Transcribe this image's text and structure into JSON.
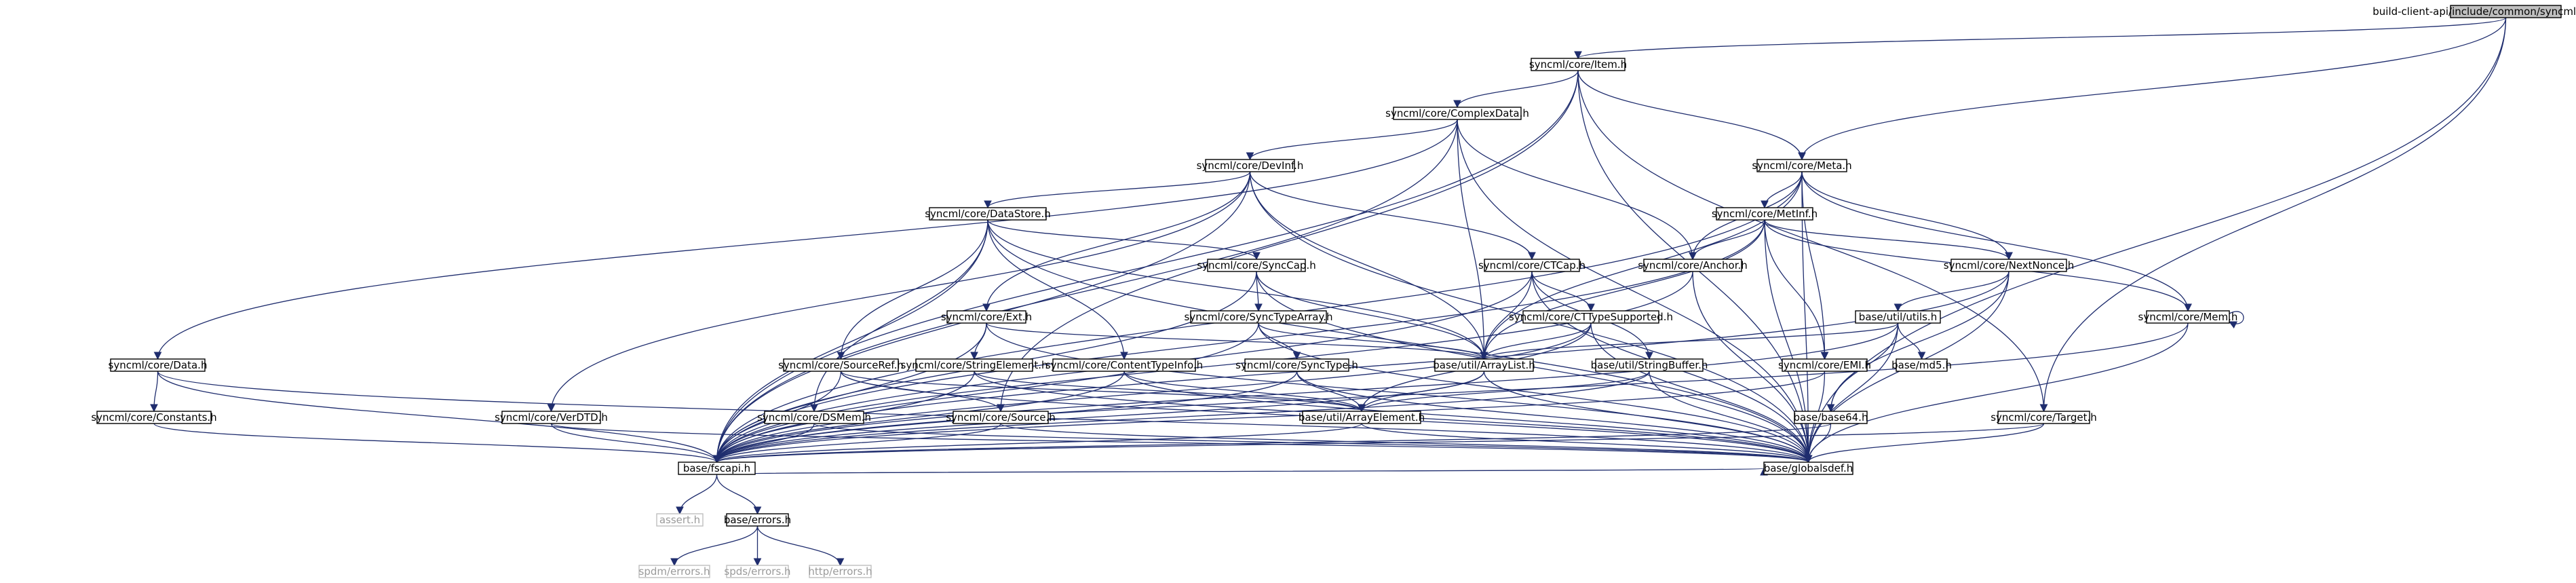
{
  "colors": {
    "edge": "#1f2d6e",
    "node_border": "#000000",
    "root_fill": "#bfbfbf",
    "undocumented_border": "#bfbfbf",
    "undocumented_text": "#9a9a9a"
  },
  "nodes": [
    {
      "id": "root",
      "label": "build-client-api/include/common/syncml/core/Filter.h"
    },
    {
      "id": "item",
      "label": "syncml/core/Item.h"
    },
    {
      "id": "complexdata",
      "label": "syncml/core/ComplexData.h"
    },
    {
      "id": "meta",
      "label": "syncml/core/Meta.h"
    },
    {
      "id": "devinf",
      "label": "syncml/core/DevInf.h"
    },
    {
      "id": "metinf",
      "label": "syncml/core/MetInf.h"
    },
    {
      "id": "datastore",
      "label": "syncml/core/DataStore.h"
    },
    {
      "id": "ctcap",
      "label": "syncml/core/CTCap.h"
    },
    {
      "id": "anchor",
      "label": "syncml/core/Anchor.h"
    },
    {
      "id": "nextnonce",
      "label": "syncml/core/NextNonce.h"
    },
    {
      "id": "synccap",
      "label": "syncml/core/SyncCap.h"
    },
    {
      "id": "ctts",
      "label": "syncml/core/CTTypeSupported.h"
    },
    {
      "id": "ext",
      "label": "syncml/core/Ext.h"
    },
    {
      "id": "synctypearray",
      "label": "syncml/core/SyncTypeArray.h"
    },
    {
      "id": "utils",
      "label": "base/util/utils.h"
    },
    {
      "id": "mem",
      "label": "syncml/core/Mem.h"
    },
    {
      "id": "data",
      "label": "syncml/core/Data.h"
    },
    {
      "id": "sourceref",
      "label": "syncml/core/SourceRef.h"
    },
    {
      "id": "stringelement",
      "label": "syncml/core/StringElement.h"
    },
    {
      "id": "contenttypeinfo",
      "label": "syncml/core/ContentTypeInfo.h"
    },
    {
      "id": "synctype",
      "label": "syncml/core/SyncType.h"
    },
    {
      "id": "arraylist",
      "label": "base/util/ArrayList.h"
    },
    {
      "id": "stringbuffer",
      "label": "base/util/StringBuffer.h"
    },
    {
      "id": "emi",
      "label": "syncml/core/EMI.h"
    },
    {
      "id": "md5",
      "label": "base/md5.h"
    },
    {
      "id": "constants",
      "label": "syncml/core/Constants.h"
    },
    {
      "id": "verdtd",
      "label": "syncml/core/VerDTD.h"
    },
    {
      "id": "dsmem",
      "label": "syncml/core/DSMem.h"
    },
    {
      "id": "source",
      "label": "syncml/core/Source.h"
    },
    {
      "id": "arrayelement",
      "label": "base/util/ArrayElement.h"
    },
    {
      "id": "base64",
      "label": "base/base64.h"
    },
    {
      "id": "target",
      "label": "syncml/core/Target.h"
    },
    {
      "id": "fscapi",
      "label": "base/fscapi.h"
    },
    {
      "id": "globalsdef",
      "label": "base/globalsdef.h"
    },
    {
      "id": "assert",
      "label": "assert.h"
    },
    {
      "id": "errors",
      "label": "base/errors.h"
    },
    {
      "id": "spdmerrors",
      "label": "spdm/errors.h"
    },
    {
      "id": "spdserrors",
      "label": "spds/errors.h"
    },
    {
      "id": "httperrors",
      "label": "http/errors.h"
    }
  ],
  "edges": [
    [
      "root",
      "item"
    ],
    [
      "root",
      "meta"
    ],
    [
      "root",
      "target"
    ],
    [
      "root",
      "globalsdef"
    ],
    [
      "item",
      "complexdata"
    ],
    [
      "item",
      "meta"
    ],
    [
      "item",
      "fscapi"
    ],
    [
      "item",
      "globalsdef"
    ],
    [
      "item",
      "source"
    ],
    [
      "item",
      "target"
    ],
    [
      "complexdata",
      "devinf"
    ],
    [
      "complexdata",
      "anchor"
    ],
    [
      "complexdata",
      "arraylist"
    ],
    [
      "complexdata",
      "data"
    ],
    [
      "complexdata",
      "fscapi"
    ],
    [
      "complexdata",
      "globalsdef"
    ],
    [
      "meta",
      "metinf"
    ],
    [
      "meta",
      "anchor"
    ],
    [
      "meta",
      "nextnonce"
    ],
    [
      "meta",
      "mem"
    ],
    [
      "meta",
      "emi"
    ],
    [
      "meta",
      "arraylist"
    ],
    [
      "meta",
      "fscapi"
    ],
    [
      "meta",
      "globalsdef"
    ],
    [
      "devinf",
      "datastore"
    ],
    [
      "devinf",
      "ctcap"
    ],
    [
      "devinf",
      "ext"
    ],
    [
      "devinf",
      "arraylist"
    ],
    [
      "devinf",
      "verdtd"
    ],
    [
      "devinf",
      "fscapi"
    ],
    [
      "devinf",
      "globalsdef"
    ],
    [
      "metinf",
      "anchor"
    ],
    [
      "metinf",
      "nextnonce"
    ],
    [
      "metinf",
      "mem"
    ],
    [
      "metinf",
      "emi"
    ],
    [
      "metinf",
      "arraylist"
    ],
    [
      "metinf",
      "fscapi"
    ],
    [
      "metinf",
      "globalsdef"
    ],
    [
      "datastore",
      "synccap"
    ],
    [
      "datastore",
      "sourceref"
    ],
    [
      "datastore",
      "contenttypeinfo"
    ],
    [
      "datastore",
      "dsmem"
    ],
    [
      "datastore",
      "arraylist"
    ],
    [
      "datastore",
      "fscapi"
    ],
    [
      "datastore",
      "globalsdef"
    ],
    [
      "ctcap",
      "ctts"
    ],
    [
      "ctcap",
      "arraylist"
    ],
    [
      "ctcap",
      "stringbuffer"
    ],
    [
      "ctcap",
      "fscapi"
    ],
    [
      "ctcap",
      "globalsdef"
    ],
    [
      "anchor",
      "fscapi"
    ],
    [
      "anchor",
      "globalsdef"
    ],
    [
      "nextnonce",
      "utils"
    ],
    [
      "nextnonce",
      "base64"
    ],
    [
      "nextnonce",
      "fscapi"
    ],
    [
      "nextnonce",
      "globalsdef"
    ],
    [
      "synccap",
      "synctypearray"
    ],
    [
      "synccap",
      "arraylist"
    ],
    [
      "synccap",
      "fscapi"
    ],
    [
      "synccap",
      "globalsdef"
    ],
    [
      "ctts",
      "arraylist"
    ],
    [
      "ctts",
      "arrayelement"
    ],
    [
      "ctts",
      "fscapi"
    ],
    [
      "ctts",
      "globalsdef"
    ],
    [
      "ext",
      "stringelement"
    ],
    [
      "ext",
      "arraylist"
    ],
    [
      "ext",
      "fscapi"
    ],
    [
      "ext",
      "globalsdef"
    ],
    [
      "synctypearray",
      "synctype"
    ],
    [
      "synctypearray",
      "arraylist"
    ],
    [
      "synctypearray",
      "fscapi"
    ],
    [
      "synctypearray",
      "globalsdef"
    ],
    [
      "utils",
      "arraylist"
    ],
    [
      "utils",
      "md5"
    ],
    [
      "utils",
      "base64"
    ],
    [
      "utils",
      "fscapi"
    ],
    [
      "utils",
      "globalsdef"
    ],
    [
      "mem",
      "mem"
    ],
    [
      "mem",
      "fscapi"
    ],
    [
      "mem",
      "globalsdef"
    ],
    [
      "data",
      "constants"
    ],
    [
      "data",
      "fscapi"
    ],
    [
      "data",
      "globalsdef"
    ],
    [
      "sourceref",
      "source"
    ],
    [
      "sourceref",
      "arrayelement"
    ],
    [
      "sourceref",
      "fscapi"
    ],
    [
      "sourceref",
      "globalsdef"
    ],
    [
      "stringelement",
      "arrayelement"
    ],
    [
      "stringelement",
      "fscapi"
    ],
    [
      "stringelement",
      "globalsdef"
    ],
    [
      "contenttypeinfo",
      "arrayelement"
    ],
    [
      "contenttypeinfo",
      "fscapi"
    ],
    [
      "contenttypeinfo",
      "globalsdef"
    ],
    [
      "synctype",
      "arrayelement"
    ],
    [
      "synctype",
      "fscapi"
    ],
    [
      "synctype",
      "globalsdef"
    ],
    [
      "arraylist",
      "arrayelement"
    ],
    [
      "arraylist",
      "fscapi"
    ],
    [
      "arraylist",
      "globalsdef"
    ],
    [
      "stringbuffer",
      "arrayelement"
    ],
    [
      "stringbuffer",
      "fscapi"
    ],
    [
      "stringbuffer",
      "globalsdef"
    ],
    [
      "emi",
      "fscapi"
    ],
    [
      "emi",
      "globalsdef"
    ],
    [
      "constants",
      "fscapi"
    ],
    [
      "verdtd",
      "fscapi"
    ],
    [
      "verdtd",
      "globalsdef"
    ],
    [
      "dsmem",
      "fscapi"
    ],
    [
      "dsmem",
      "globalsdef"
    ],
    [
      "source",
      "fscapi"
    ],
    [
      "source",
      "globalsdef"
    ],
    [
      "arrayelement",
      "fscapi"
    ],
    [
      "arrayelement",
      "globalsdef"
    ],
    [
      "base64",
      "fscapi"
    ],
    [
      "base64",
      "globalsdef"
    ],
    [
      "target",
      "fscapi"
    ],
    [
      "target",
      "globalsdef"
    ],
    [
      "fscapi",
      "assert"
    ],
    [
      "fscapi",
      "errors"
    ],
    [
      "fscapi",
      "globalsdef"
    ],
    [
      "errors",
      "spdmerrors"
    ],
    [
      "errors",
      "spdserrors"
    ],
    [
      "errors",
      "httperrors"
    ]
  ]
}
